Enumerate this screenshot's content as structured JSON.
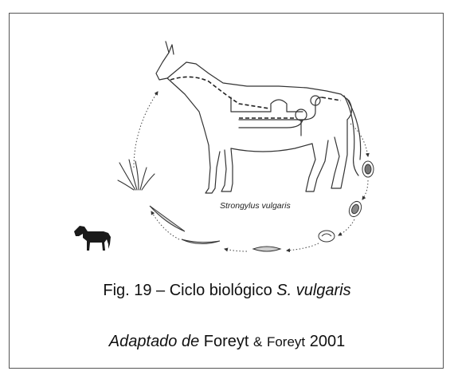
{
  "diagram": {
    "label": "Strongylus vulgaris",
    "icons": [
      "horse-icon",
      "grass-icon",
      "egg-icon",
      "larva-icon",
      "cycle-arrow-icon"
    ],
    "colors": {
      "line": "#333333",
      "silhouette": "#1a1a1a",
      "border": "#555555"
    }
  },
  "caption": {
    "prefix": "Fig. 19 – Ciclo biológico ",
    "species": "S. vulgaris"
  },
  "credit": {
    "adapted": "Adaptado de",
    "author1": "Foreyt",
    "amp": "&",
    "author2": "Foreyt",
    "year": "2001"
  }
}
